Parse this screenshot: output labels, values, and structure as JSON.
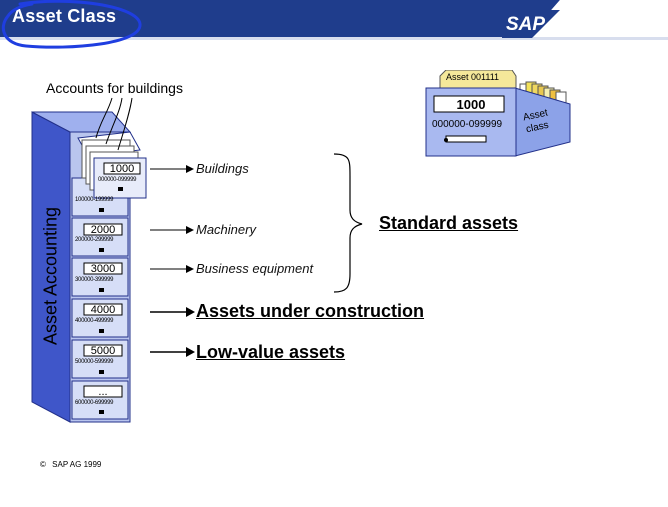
{
  "header": {
    "title": "Asset Class",
    "logo_text": "SAP",
    "colors": {
      "bar": "#1f3d8c",
      "bar_light": "#d8deee",
      "annotation": "#1f3ee0"
    }
  },
  "cabinet": {
    "side_label": "Asset Accounting",
    "top_caption": "Accounts for buildings",
    "front_card": {
      "number": "1000",
      "range": "000000-099999"
    },
    "drawers": [
      {
        "number": "",
        "range": "100000-199999"
      },
      {
        "number": "2000",
        "range": "200000-299999"
      },
      {
        "number": "3000",
        "range": "300000-399999"
      },
      {
        "number": "4000",
        "range": "400000-499999"
      },
      {
        "number": "5000",
        "range": "500000-599999"
      },
      {
        "number": "...",
        "range": "600000-699999"
      }
    ]
  },
  "labels": {
    "buildings": "Buildings",
    "machinery": "Machinery",
    "business_equipment": "Business equipment",
    "standard_assets": "Standard assets",
    "assets_under_construction": "Assets under construction",
    "low_value_assets": "Low-value assets"
  },
  "asset_box": {
    "tab_label": "Asset 001111",
    "number": "1000",
    "range": "000000-099999",
    "side_label_1": "Asset",
    "side_label_2": "class"
  },
  "footer": {
    "copyright_symbol": "©",
    "copyright": "SAP AG 1999"
  }
}
